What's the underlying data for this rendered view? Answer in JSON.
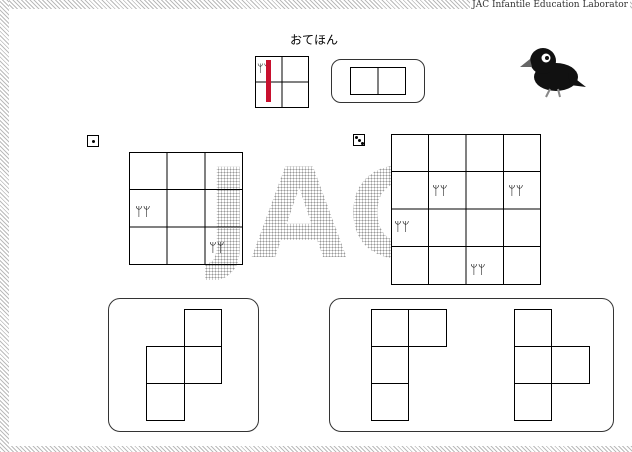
{
  "header": {
    "credit": "JAC Infantile Education Laborator"
  },
  "example": {
    "title": "おてほん",
    "mark": "ᛘᛘ"
  },
  "left_puzzle": {
    "die_face": 1,
    "cells": [
      [
        "",
        "",
        ""
      ],
      [
        "ᛘᛘ",
        "",
        ""
      ],
      [
        "",
        "",
        "ᛘᛘ"
      ]
    ]
  },
  "right_puzzle": {
    "die_face": 3,
    "cells": [
      [
        "",
        "",
        "",
        ""
      ],
      [
        "",
        "ᛘᛘ",
        "",
        "ᛘᛘ"
      ],
      [
        "ᛘᛘ",
        "",
        "",
        ""
      ],
      [
        "",
        "",
        "ᛘᛘ",
        ""
      ]
    ]
  },
  "watermark": "JAC",
  "colors": {
    "accent_bar": "#c8102e",
    "line": "#000000"
  },
  "icons": {
    "mascot": "crow-icon"
  }
}
